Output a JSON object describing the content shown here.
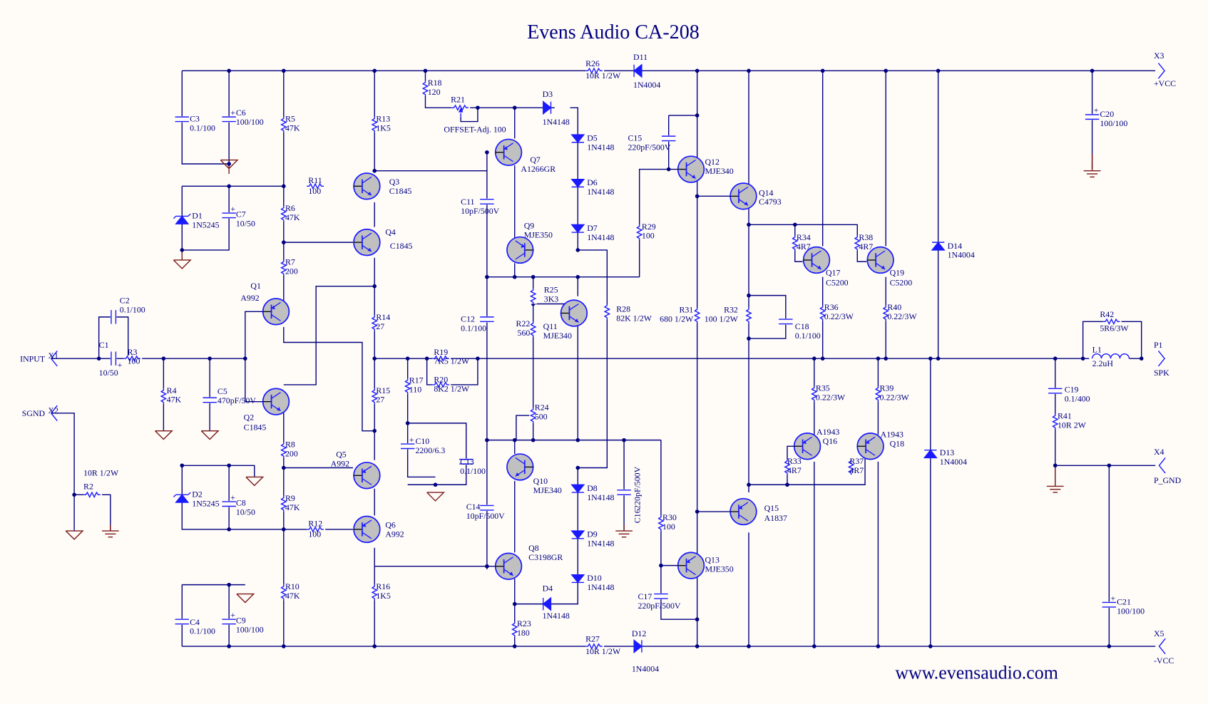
{
  "title": "Evens Audio CA-208",
  "website": "www.evensaudio.com",
  "colors": {
    "wire": "#000080",
    "component": "#1a1aff",
    "ground": "#7a1a1a",
    "transistor_fill": "#c0c0c0",
    "background": "#fffcf7"
  },
  "connectors": {
    "X1": {
      "ref": "X1",
      "net": "INPUT"
    },
    "X2": {
      "ref": "X2",
      "net": "SGND"
    },
    "X3": {
      "ref": "X3",
      "net": "+VCC"
    },
    "X4": {
      "ref": "X4",
      "net": "P_GND"
    },
    "X5": {
      "ref": "X5",
      "net": "-VCC"
    },
    "P1": {
      "ref": "P1",
      "net": "SPK"
    }
  },
  "resistors": {
    "R2": {
      "ref": "R2",
      "value": "10R 1/2W"
    },
    "R3": {
      "ref": "R3",
      "value": "100"
    },
    "R4": {
      "ref": "R4",
      "value": "47K"
    },
    "R5": {
      "ref": "R5",
      "value": "47K"
    },
    "R6": {
      "ref": "R6",
      "value": "47K"
    },
    "R7": {
      "ref": "R7",
      "value": "200"
    },
    "R8": {
      "ref": "R8",
      "value": "200"
    },
    "R9": {
      "ref": "R9",
      "value": "47K"
    },
    "R10": {
      "ref": "R10",
      "value": "47K"
    },
    "R11": {
      "ref": "R11",
      "value": "100"
    },
    "R12": {
      "ref": "R12",
      "value": "100"
    },
    "R13": {
      "ref": "R13",
      "value": "1K5"
    },
    "R14": {
      "ref": "R14",
      "value": "27"
    },
    "R15": {
      "ref": "R15",
      "value": "27"
    },
    "R16": {
      "ref": "R16",
      "value": "1K5"
    },
    "R17": {
      "ref": "R17",
      "value": "110"
    },
    "R18": {
      "ref": "R18",
      "value": "120"
    },
    "R19": {
      "ref": "R19",
      "value": "7K5 1/2W"
    },
    "R20": {
      "ref": "R20",
      "value": "8K2 1/2W"
    },
    "R21": {
      "ref": "R21",
      "value": "OFFSET-Adj. 100"
    },
    "R22": {
      "ref": "R22",
      "value": "560"
    },
    "R23": {
      "ref": "R23",
      "value": "180"
    },
    "R24": {
      "ref": "R24",
      "value": "500"
    },
    "R25": {
      "ref": "R25",
      "value": "3K3"
    },
    "R26": {
      "ref": "R26",
      "value": "10R 1/2W"
    },
    "R27": {
      "ref": "R27",
      "value": "10R 1/2W"
    },
    "R28": {
      "ref": "R28",
      "value": "82K 1/2W"
    },
    "R29": {
      "ref": "R29",
      "value": "100"
    },
    "R30": {
      "ref": "R30",
      "value": "100"
    },
    "R31": {
      "ref": "R31",
      "value": "680 1/2W"
    },
    "R32": {
      "ref": "R32",
      "value": "100 1/2W"
    },
    "R33": {
      "ref": "R33",
      "value": "4R7"
    },
    "R34": {
      "ref": "R34",
      "value": "4R7"
    },
    "R35": {
      "ref": "R35",
      "value": "0.22/3W"
    },
    "R36": {
      "ref": "R36",
      "value": "0.22/3W"
    },
    "R37": {
      "ref": "R37",
      "value": "4R7"
    },
    "R38": {
      "ref": "R38",
      "value": "4R7"
    },
    "R39": {
      "ref": "R39",
      "value": "0.22/3W"
    },
    "R40": {
      "ref": "R40",
      "value": "0.22/3W"
    },
    "R41": {
      "ref": "R41",
      "value": "10R 2W"
    },
    "R42": {
      "ref": "R42",
      "value": "5R6/3W"
    }
  },
  "capacitors": {
    "C1": {
      "ref": "C1",
      "value": "10/50"
    },
    "C2": {
      "ref": "C2",
      "value": "0.1/100"
    },
    "C3": {
      "ref": "C3",
      "value": "0.1/100"
    },
    "C4": {
      "ref": "C4",
      "value": "0.1/100"
    },
    "C5": {
      "ref": "C5",
      "value": "470pF/50V"
    },
    "C6": {
      "ref": "C6",
      "value": "100/100"
    },
    "C7": {
      "ref": "C7",
      "value": "10/50"
    },
    "C8": {
      "ref": "C8",
      "value": "10/50"
    },
    "C9": {
      "ref": "C9",
      "value": "100/100"
    },
    "C10": {
      "ref": "C10",
      "value": "2200/6.3"
    },
    "C11": {
      "ref": "C11",
      "value": "10pF/500V"
    },
    "C12": {
      "ref": "C12",
      "value": "0.1/100"
    },
    "C13": {
      "ref": "C13",
      "value": "0.1/100"
    },
    "C14": {
      "ref": "C14",
      "value": "10pF/500V"
    },
    "C15": {
      "ref": "C15",
      "value": "220pF/500V"
    },
    "C16": {
      "ref": "C16",
      "value": "220pF/500V"
    },
    "C17": {
      "ref": "C17",
      "value": "220pF/500V"
    },
    "C18": {
      "ref": "C18",
      "value": "0.1/100"
    },
    "C19": {
      "ref": "C19",
      "value": "0.1/400"
    },
    "C20": {
      "ref": "C20",
      "value": "100/100"
    },
    "C21": {
      "ref": "C21",
      "value": "100/100"
    }
  },
  "inductors": {
    "L1": {
      "ref": "L1",
      "value": "2.2uH"
    }
  },
  "diodes": {
    "D1": {
      "ref": "D1",
      "value": "1N5245"
    },
    "D2": {
      "ref": "D2",
      "value": "1N5245"
    },
    "D3": {
      "ref": "D3",
      "value": "1N4148"
    },
    "D4": {
      "ref": "D4",
      "value": "1N4148"
    },
    "D5": {
      "ref": "D5",
      "value": "1N4148"
    },
    "D6": {
      "ref": "D6",
      "value": "1N4148"
    },
    "D7": {
      "ref": "D7",
      "value": "1N4148"
    },
    "D8": {
      "ref": "D8",
      "value": "1N4148"
    },
    "D9": {
      "ref": "D9",
      "value": "1N4148"
    },
    "D10": {
      "ref": "D10",
      "value": "1N4148"
    },
    "D11": {
      "ref": "D11",
      "value": "1N4004"
    },
    "D12": {
      "ref": "D12",
      "value": "1N4004"
    },
    "D13": {
      "ref": "D13",
      "value": "1N4004"
    },
    "D14": {
      "ref": "D14",
      "value": "1N4004"
    }
  },
  "transistors": {
    "Q1": {
      "ref": "Q1",
      "value": "A992",
      "type": "pnp"
    },
    "Q2": {
      "ref": "Q2",
      "value": "C1845",
      "type": "npn"
    },
    "Q3": {
      "ref": "Q3",
      "value": "C1845",
      "type": "npn"
    },
    "Q4": {
      "ref": "Q4",
      "value": "C1845",
      "type": "npn"
    },
    "Q5": {
      "ref": "Q5",
      "value": "A992",
      "type": "pnp"
    },
    "Q6": {
      "ref": "Q6",
      "value": "A992",
      "type": "pnp"
    },
    "Q7": {
      "ref": "Q7",
      "value": "A1266GR",
      "type": "pnp"
    },
    "Q8": {
      "ref": "Q8",
      "value": "C3198GR",
      "type": "npn"
    },
    "Q9": {
      "ref": "Q9",
      "value": "MJE350",
      "type": "pnp"
    },
    "Q10": {
      "ref": "Q10",
      "value": "MJE340",
      "type": "npn"
    },
    "Q11": {
      "ref": "Q11",
      "value": "MJE340",
      "type": "npn"
    },
    "Q12": {
      "ref": "Q12",
      "value": "MJE340",
      "type": "npn"
    },
    "Q13": {
      "ref": "Q13",
      "value": "MJE350",
      "type": "pnp"
    },
    "Q14": {
      "ref": "Q14",
      "value": "C4793",
      "type": "npn"
    },
    "Q15": {
      "ref": "Q15",
      "value": "A1837",
      "type": "pnp"
    },
    "Q16": {
      "ref": "Q16",
      "value": "A1943",
      "type": "pnp"
    },
    "Q17": {
      "ref": "Q17",
      "value": "C5200",
      "type": "npn"
    },
    "Q18": {
      "ref": "Q18",
      "value": "A1943",
      "type": "pnp"
    },
    "Q19": {
      "ref": "Q19",
      "value": "C5200",
      "type": "npn"
    }
  }
}
